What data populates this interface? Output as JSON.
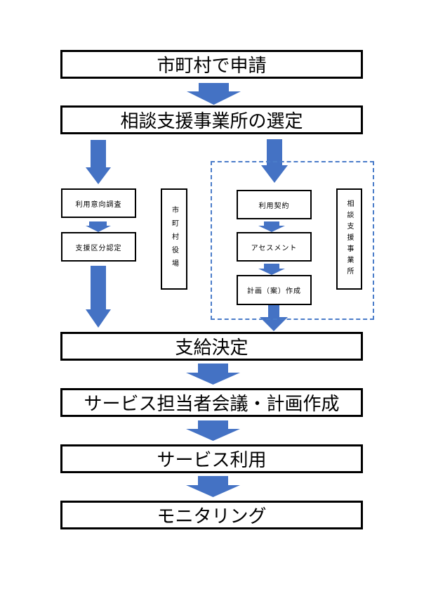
{
  "steps": {
    "apply": "市町村で申請",
    "select_office": "相談支援事業所の選定",
    "payment_decision": "支給決定",
    "service_meeting": "サービス担当者会議・計画作成",
    "service_use": "サービス利用",
    "monitoring": "モニタリング"
  },
  "left_branch": {
    "survey": "利用意向調査",
    "classification": "支援区分認定",
    "actor": "市町村役場"
  },
  "right_branch": {
    "contract": "利用契約",
    "assessment": "アセスメント",
    "plan_draft": "計画（案）作成",
    "actor": "相談支援事業所"
  },
  "colors": {
    "arrow": "#4472c4",
    "dashed_border": "#4a7cc9"
  }
}
